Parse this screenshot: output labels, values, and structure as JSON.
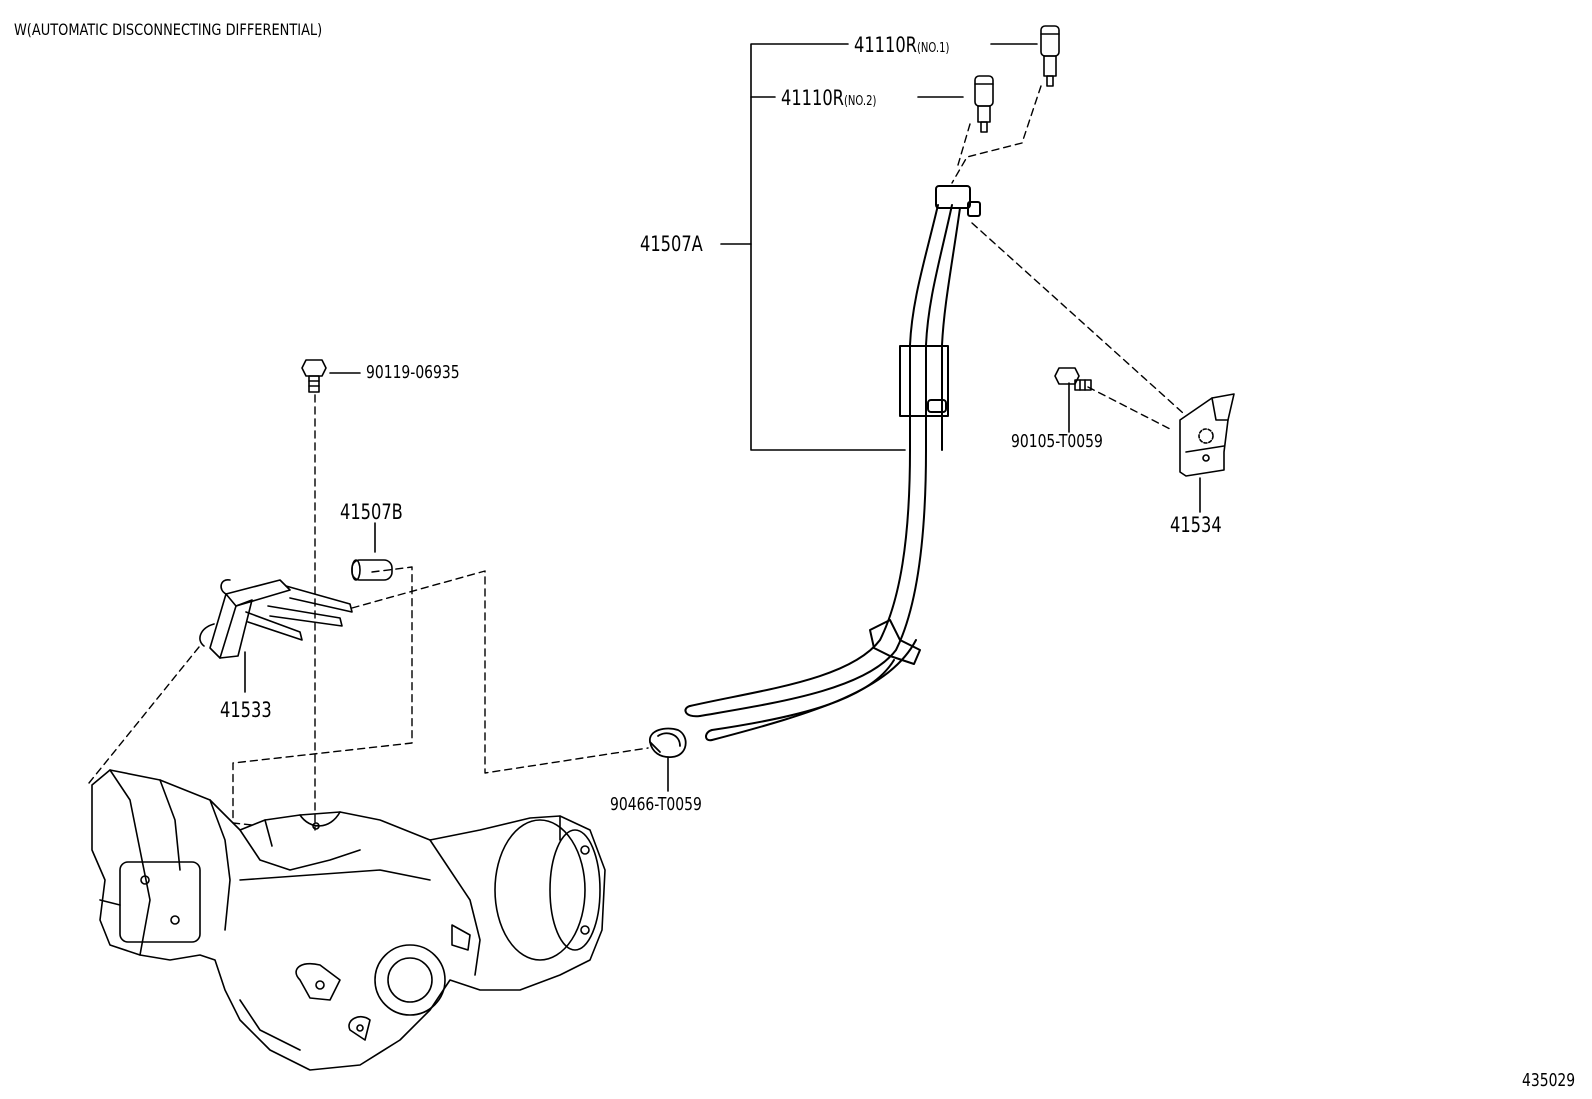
{
  "title": "W(AUTOMATIC DISCONNECTING DIFFERENTIAL)",
  "diagram_number": "435029",
  "callouts": {
    "hose_no1": {
      "part": "41110R",
      "note": "(NO.1)"
    },
    "hose_no2": {
      "part": "41110R",
      "note": "(NO.2)"
    },
    "tube_a": "41507A",
    "tube_b": "41507B",
    "bolt_upper": "90119-06935",
    "bolt_bracket": "90105-T0059",
    "bracket_right": "41534",
    "bracket_left": "41533",
    "clamp": "90466-T0059"
  },
  "colors": {
    "line": "#000000",
    "background": "#ffffff"
  }
}
